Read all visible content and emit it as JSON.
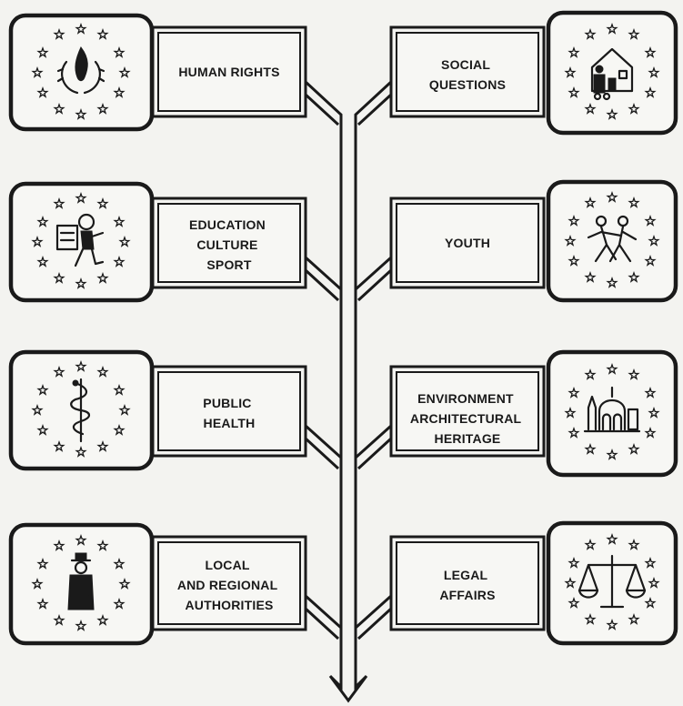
{
  "topics": {
    "human_rights": {
      "lines": [
        "HUMAN RIGHTS"
      ],
      "icon": "flame-laurel-icon"
    },
    "education": {
      "lines": [
        "EDUCATION",
        "CULTURE",
        "SPORT"
      ],
      "icon": "student-books-icon"
    },
    "public_health": {
      "lines": [
        "PUBLIC",
        "HEALTH"
      ],
      "icon": "caduceus-icon"
    },
    "local_authorities": {
      "lines": [
        "LOCAL",
        "AND REGIONAL",
        "AUTHORITIES"
      ],
      "icon": "mayor-figure-icon"
    },
    "social_questions": {
      "lines": [
        "SOCIAL",
        "QUESTIONS"
      ],
      "icon": "house-family-icon"
    },
    "youth": {
      "lines": [
        "YOUTH"
      ],
      "icon": "dancing-youth-icon"
    },
    "environment": {
      "lines": [
        "ENVIRONMENT",
        "ARCHITECTURAL",
        "HERITAGE"
      ],
      "icon": "church-building-icon"
    },
    "legal_affairs": {
      "lines": [
        "LEGAL",
        "AFFAIRS"
      ],
      "icon": "scales-icon"
    }
  },
  "colors": {
    "ink": "#1a1a1a",
    "paper": "#f3f3f0"
  }
}
